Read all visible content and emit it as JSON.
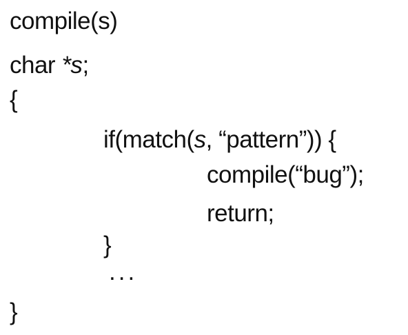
{
  "code": {
    "line1": "compile(s)",
    "line2": {
      "before": "char ",
      "star_var": "*s",
      "after": ";"
    },
    "line3": "{",
    "line4": {
      "before": "if(match(",
      "var": "s",
      "after": ", “pattern”)) {"
    },
    "line5": "compile(“bug”);",
    "line6": "return;",
    "line7": "}",
    "line8": "...",
    "line9": "}"
  }
}
